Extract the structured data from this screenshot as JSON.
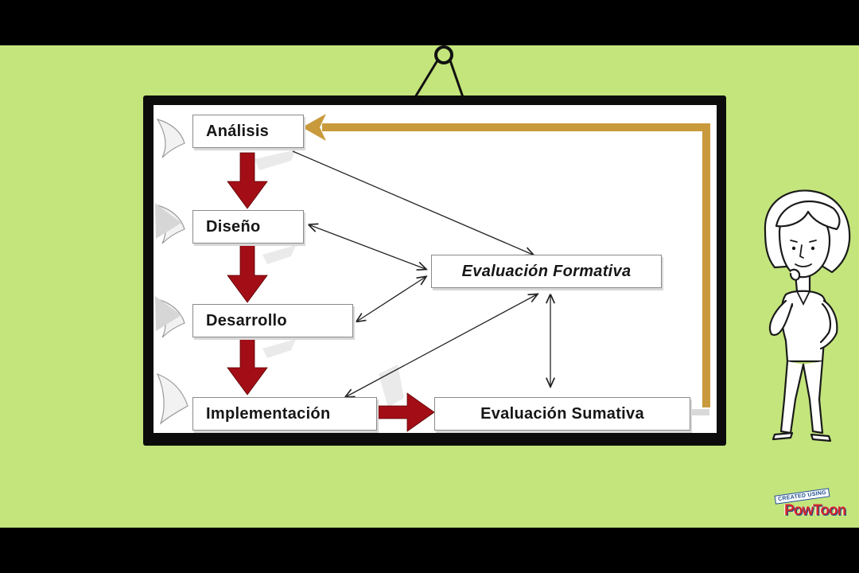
{
  "diagram": {
    "nodes": {
      "analisis": "Análisis",
      "diseno": "Diseño",
      "desarrollo": "Desarrollo",
      "implementacion": "Implementación",
      "formativa": "Evaluación Formativa",
      "sumativa": "Evaluación Sumativa"
    }
  },
  "watermark": {
    "created_using": "CREATED USING",
    "brand": "PowToon"
  },
  "colors": {
    "background": "#c3e57c",
    "board_frame": "#0c0c0c",
    "flow_arrow": "#a30e16",
    "feedback_loop": "#c99a3c"
  }
}
